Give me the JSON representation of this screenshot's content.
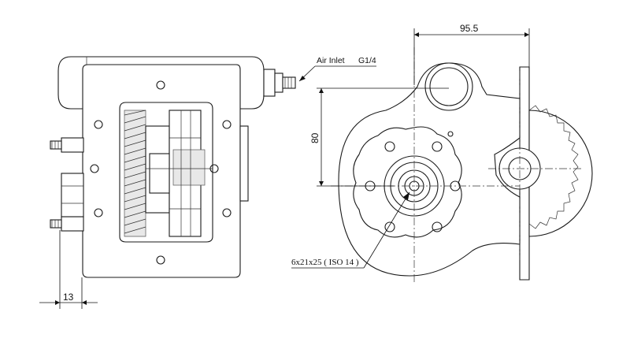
{
  "labels": {
    "air_inlet": "Air Inlet",
    "thread": "G1/4",
    "spline": "6x21x25 ( ISO 14 )"
  },
  "dimensions": {
    "width_top": "95.5",
    "height_left": "80",
    "bottom_offset": "13"
  },
  "colors": {
    "line": "#1a1a1a",
    "background": "#ffffff"
  }
}
